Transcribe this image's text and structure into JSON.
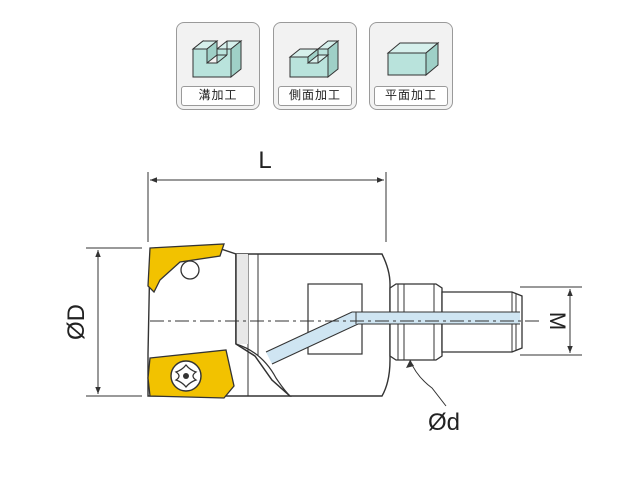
{
  "machining_types": [
    {
      "label": "溝加工",
      "icon": "slot-milling-icon"
    },
    {
      "label": "側面加工",
      "icon": "shoulder-milling-icon"
    },
    {
      "label": "平面加工",
      "icon": "face-milling-icon"
    }
  ],
  "dimensions": {
    "length": "L",
    "cutting_diameter": "ØD",
    "shank_diameter": "Ød",
    "thread": "M"
  },
  "colors": {
    "icon_fill": "#b9e3dc",
    "insert": "#f2c200",
    "coolant_channel": "#cfe5f2",
    "body_shade": "#e8e8e8",
    "line": "#333333"
  }
}
